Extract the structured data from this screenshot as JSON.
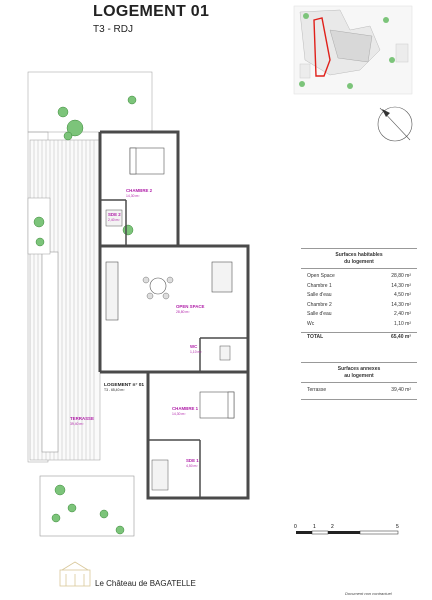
{
  "header": {
    "title": "LOGEMENT 01",
    "subtitle": "T3 - RDJ"
  },
  "rooms": [
    {
      "label": "CHAMBRE 2",
      "area": "14,30 m²"
    },
    {
      "label": "SDE 2",
      "area": "2,40 m²"
    },
    {
      "label": "OPEN SPACE",
      "area": "28,80 m²"
    },
    {
      "label": "WC",
      "area": "1,10 m²"
    },
    {
      "label": "CHAMBRE 1",
      "area": "14,30 m²"
    },
    {
      "label": "SDE 1",
      "area": "4,50 m²"
    },
    {
      "label": "TERRASSE",
      "area": "39,40 m²"
    }
  ],
  "logement_label": {
    "name": "LOGEMENT n° 01",
    "detail": "T3 - 65,40 m²"
  },
  "surfaces_habitables": {
    "title_line1": "Surfaces habitables",
    "title_line2": "du logement",
    "rows": [
      {
        "label": "Open Space",
        "value": "28,80 m²"
      },
      {
        "label": "Chambre 1",
        "value": "14,30 m²"
      },
      {
        "label": "Salle d'eau",
        "value": "4,50 m²"
      },
      {
        "label": "Chambre 2",
        "value": "14,30 m²"
      },
      {
        "label": "Salle d'eau",
        "value": "2,40 m²"
      },
      {
        "label": "Wc",
        "value": "1,10 m²"
      }
    ],
    "total": {
      "label": "TOTAL",
      "value": "65,40 m²"
    }
  },
  "surfaces_annexes": {
    "title_line1": "Surfaces annexes",
    "title_line2": "au logement",
    "rows": [
      {
        "label": "Terrasse",
        "value": "39,40 m²"
      }
    ]
  },
  "scale": {
    "ticks": [
      "0",
      "1",
      "2",
      "5"
    ]
  },
  "footer": {
    "brand": "Le Château de BAGATELLE",
    "note": "Document non contractuel"
  },
  "colors": {
    "label": "#b01fa8",
    "wall": "#4a4a4a",
    "highlight": "#e0201a",
    "tree": "#4caf50"
  }
}
